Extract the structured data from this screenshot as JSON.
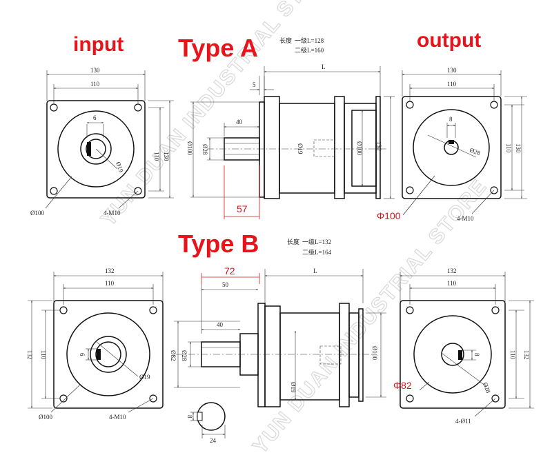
{
  "headings": {
    "input": "input",
    "type_a": "Type A",
    "output": "output",
    "type_b": "Type B"
  },
  "notes": {
    "a_length": "长度",
    "a_stage1": "一级L=128",
    "a_stage2": "二级L=160",
    "b_length": "长度",
    "b_stage1": "一级L=132",
    "b_stage2": "二级L=164"
  },
  "watermark": {
    "upper": "YUN DUAN INDUSTRIAL STORE",
    "lower": "YUN DUAN INDUSTRIAL STORE"
  },
  "type_a": {
    "input": {
      "width_outer": "130",
      "width_inner": "110",
      "height_inner": "110",
      "height_outer": "130",
      "key_width": "6",
      "bore": "Ø19",
      "pilot": "Ø100",
      "bolts": "4-M10"
    },
    "side": {
      "flange": "5",
      "shaft_len": "40",
      "length": "L",
      "pilot": "Ø100",
      "shaft": "Ø28",
      "out_bore": "Ø19",
      "body": "Ø100",
      "height": "130",
      "red_dim": "57"
    },
    "output": {
      "width_outer": "130",
      "width_inner": "110",
      "height_inner": "110",
      "height_outer": "130",
      "key_width": "8",
      "shaft": "Ø28",
      "red_pilot": "Φ100",
      "bolts": "4-M10"
    }
  },
  "type_b": {
    "input": {
      "width_outer": "132",
      "width_inner": "110",
      "height_outer": "132",
      "height_inner": "110",
      "key_width": "6",
      "bore": "Ø19",
      "pilot": "Ø100",
      "bolts": "4-M10"
    },
    "side": {
      "red_dim": "72",
      "shaft_total": "50",
      "length": "L",
      "shaft_len": "40",
      "pilot": "Ø82",
      "shaft": "Ø28",
      "out_bore": "Ø19",
      "body": "Ø100",
      "key_height": "8",
      "key_detail": "24"
    },
    "output": {
      "width_outer": "132",
      "width_inner": "110",
      "height_inner": "110",
      "height_outer": "132",
      "key_width": "8",
      "shaft": "Ø28",
      "red_pilot": "Φ82",
      "bolts": "4-Ø11"
    }
  }
}
